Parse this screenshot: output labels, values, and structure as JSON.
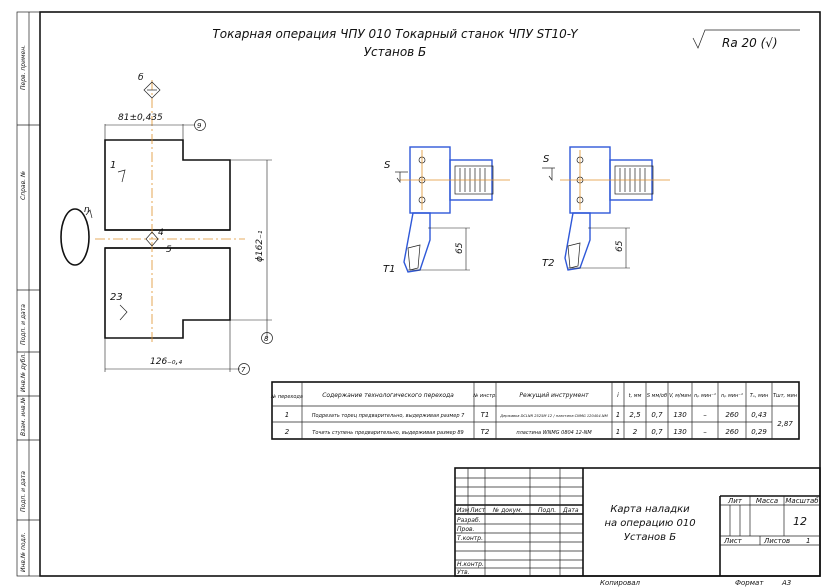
{
  "drawing": {
    "title_line1": "Токарная операция ЧПУ 010 Токарный станок ЧПУ ST10-Y",
    "title_line2": "Установ Б",
    "roughness": "Ra 20 (√)"
  },
  "left_stamp": [
    "Перв. примен.",
    "Справ. №",
    "Подп. и дата",
    "Инв.№ дубл.",
    "Взам. инв.№",
    "Подп. и дата",
    "Инв.№ подл."
  ],
  "part_view": {
    "dim_length_top": "81±0,435",
    "dim_length_total": "126₋₀,₄",
    "dim_diameter": "ϕ162₋₁",
    "surface_labels": [
      "1",
      "23",
      "4",
      "5"
    ],
    "datum_label": "б",
    "rotation_label": "n",
    "balloon_top": "9",
    "balloon_mid": "8",
    "balloon_bottom": "7"
  },
  "tools": [
    {
      "name": "T1",
      "feed_label": "S",
      "dim": "65"
    },
    {
      "name": "T2",
      "feed_label": "S",
      "dim": "65"
    }
  ],
  "ops_table": {
    "headers": [
      "№ перехода",
      "Содержание технологического перехода",
      "№ инстр.",
      "Режущий инструмент",
      "i",
      "t, мм",
      "S мм/об",
      "V, м/мин",
      "nₚ мин⁻¹",
      "nₚ мин⁻¹",
      "Tₒ, мин",
      "Tшт, мин"
    ],
    "rows": [
      [
        "1",
        "Подрезать торец предварительно, выдерживая размер 7",
        "T1",
        "Державка DCLNR 2525M 12 / пластина CNMG 120404-NM",
        "1",
        "2,5",
        "0,7",
        "130",
        "–",
        "260",
        "0,43"
      ],
      [
        "2",
        "Точить ступень предварительно, выдерживая размер 89",
        "T2",
        "пластина WNMG 0804 12-NM",
        "1",
        "2",
        "0,7",
        "130",
        "–",
        "260",
        "0,29"
      ]
    ],
    "tsht_total": "2,87"
  },
  "title_block": {
    "doc_title": [
      "Карта наладки",
      "на операцию 010",
      "Установ Б"
    ],
    "col_headers": [
      "Изм",
      "Лист",
      "№ докум.",
      "Подп.",
      "Дата"
    ],
    "row_labels": [
      "Разраб.",
      "Пров.",
      "Т.контр.",
      "",
      "Н.контр.",
      "Утв."
    ],
    "lit": "Лит",
    "massa": "Масса",
    "masshtab": "Масштаб",
    "scale_value": "12",
    "list": "Лист",
    "listov": "Листов",
    "listov_value": "1"
  },
  "footer": {
    "kopiroval": "Копировал",
    "format": "Формат",
    "format_value": "А3"
  }
}
